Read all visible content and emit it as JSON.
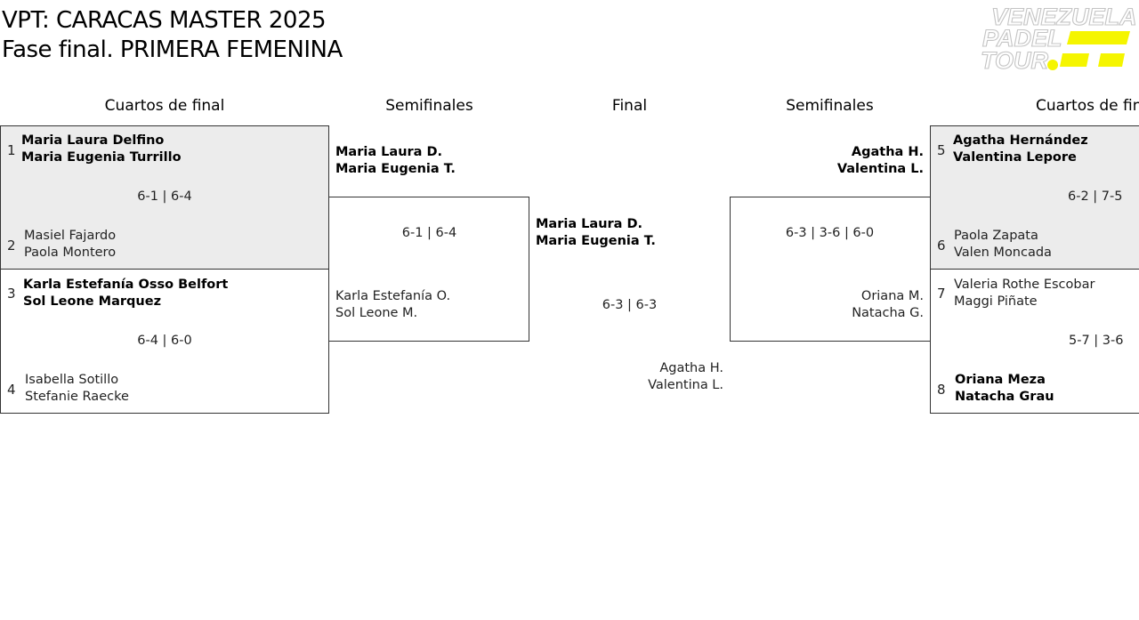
{
  "header": {
    "title": "VPT: CARACAS MASTER 2025",
    "subtitle": "Fase final. PRIMERA FEMENINA",
    "logo": {
      "line1": "VENEZUELA",
      "line2": "PADEL",
      "line3": "TOUR",
      "accent": "#f5f500"
    }
  },
  "rounds": {
    "qf_left": "Cuartos de final",
    "sf_left": "Semifinales",
    "final": "Final",
    "sf_right": "Semifinales",
    "qf_right": "Cuartos de fin"
  },
  "quarterfinals": [
    {
      "score": "6-1 | 6-4",
      "top": {
        "seed": "1",
        "p1": "Maria Laura Delfino",
        "p2": "Maria Eugenia Turrillo"
      },
      "bottom": {
        "seed": "2",
        "p1": "Masiel Fajardo",
        "p2": "Paola Montero"
      }
    },
    {
      "score": "6-4 | 6-0",
      "top": {
        "seed": "3",
        "p1": "Karla Estefanía Osso Belfort",
        "p2": "Sol Leone Marquez"
      },
      "bottom": {
        "seed": "4",
        "p1": "Isabella Sotillo",
        "p2": "Stefanie Raecke"
      }
    },
    {
      "score": "6-2 | 7-5",
      "top": {
        "seed": "5",
        "p1": "Agatha Hernández",
        "p2": "Valentina Lepore"
      },
      "bottom": {
        "seed": "6",
        "p1": "Paola Zapata",
        "p2": "Valen Moncada"
      }
    },
    {
      "score": "5-7 | 3-6",
      "top": {
        "seed": "7",
        "p1": "Valeria Rothe Escobar",
        "p2": "Maggi Piñate"
      },
      "bottom": {
        "seed": "8",
        "p1": "Oriana Meza",
        "p2": "Natacha Grau"
      }
    }
  ],
  "semifinals": [
    {
      "score": "6-1 | 6-4",
      "top": {
        "p1": "Maria Laura D.",
        "p2": "Maria Eugenia T."
      },
      "bottom": {
        "p1": "Karla Estefanía O.",
        "p2": "Sol Leone M."
      }
    },
    {
      "score": "6-3 | 3-6 | 6-0",
      "top": {
        "p1": "Agatha H.",
        "p2": "Valentina L."
      },
      "bottom": {
        "p1": "Oriana M.",
        "p2": "Natacha G."
      }
    }
  ],
  "final": {
    "score": "6-3 | 6-3",
    "top": {
      "p1": "Maria Laura D.",
      "p2": "Maria Eugenia T."
    },
    "bottom": {
      "p1": "Agatha H.",
      "p2": "Valentina L."
    }
  }
}
